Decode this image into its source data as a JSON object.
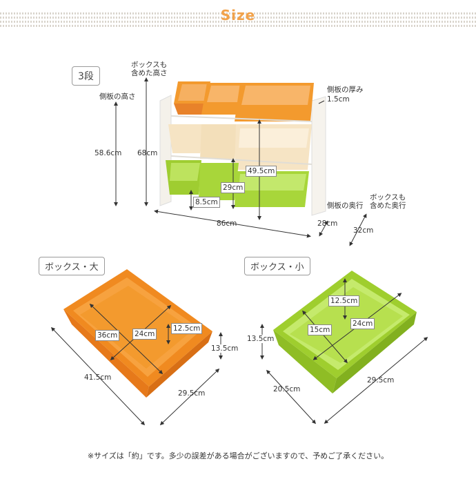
{
  "header": {
    "title": "Size"
  },
  "shelf": {
    "tag": "3段",
    "height_box_label": "ボックスも\n含めた高さ",
    "height_side_label": "側板の高さ",
    "thickness_label": "側板の厚み",
    "thickness_value": "1.5cm",
    "height_side_value": "58.6cm",
    "height_box_value": "68cm",
    "inner_h_value": "49.5cm",
    "mid_h_value": "29cm",
    "bottom_gap_value": "8.5cm",
    "width_value": "86cm",
    "depth_label": "側板の奥行",
    "depth_value": "28cm",
    "depth_box_label": "ボックスも\n含めた奥行",
    "depth_box_value": "32cm"
  },
  "box_large": {
    "tag": "ボックス・大",
    "top_len": "36cm",
    "top_width": "24cm",
    "inner_h": "12.5cm",
    "outer_h": "13.5cm",
    "outer_len": "41.5cm",
    "outer_width": "29.5cm"
  },
  "box_small": {
    "tag": "ボックス・小",
    "inner_h": "12.5cm",
    "top_width": "24cm",
    "top_len": "15cm",
    "outer_h": "13.5cm",
    "outer_len": "20.5cm",
    "outer_width": "29.5cm"
  },
  "footer": {
    "note": "※サイズは「約」です。多少の誤差がある場合がございますので、予めご了承ください。"
  },
  "colors": {
    "orange": "#f39a2e",
    "cream": "#f6e4c4",
    "green": "#a8d63a",
    "accent": "#f2a24a"
  }
}
